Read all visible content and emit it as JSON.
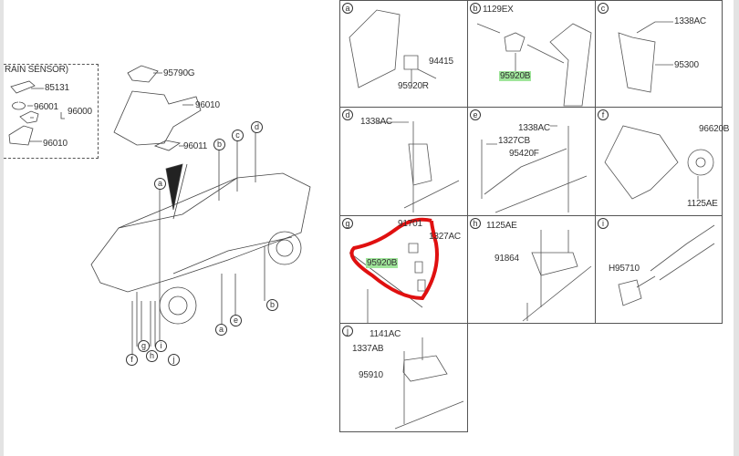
{
  "left": {
    "rain_sensor_title": "RAIN SENSOR)",
    "parts": [
      "85131",
      "96001",
      "96000",
      "96010",
      "95790G",
      "96010",
      "96011"
    ],
    "car_callouts": [
      "a",
      "b",
      "c",
      "d",
      "a",
      "e",
      "b",
      "f",
      "g",
      "h",
      "i",
      "j"
    ]
  },
  "panels": [
    {
      "id": "a",
      "labels": [
        "94415",
        "95920R"
      ]
    },
    {
      "id": "b",
      "labels": [
        "1129EX",
        "95920B"
      ]
    },
    {
      "id": "c",
      "labels": [
        "1338AC",
        "95300"
      ]
    },
    {
      "id": "d",
      "labels": [
        "1338AC"
      ]
    },
    {
      "id": "e",
      "labels": [
        "1338AC",
        "1327CB",
        "95420F"
      ]
    },
    {
      "id": "f",
      "labels": [
        "96620B",
        "1125AE"
      ]
    },
    {
      "id": "g",
      "labels": [
        "91701",
        "1327AC",
        "95920B"
      ]
    },
    {
      "id": "h",
      "labels": [
        "1125AE",
        "91864"
      ]
    },
    {
      "id": "i",
      "labels": [
        "H95710"
      ]
    },
    {
      "id": "j",
      "labels": [
        "1141AC",
        "1337AB",
        "95910"
      ]
    }
  ],
  "colors": {
    "highlight": "#9fe59a",
    "annotation": "#e01010"
  }
}
